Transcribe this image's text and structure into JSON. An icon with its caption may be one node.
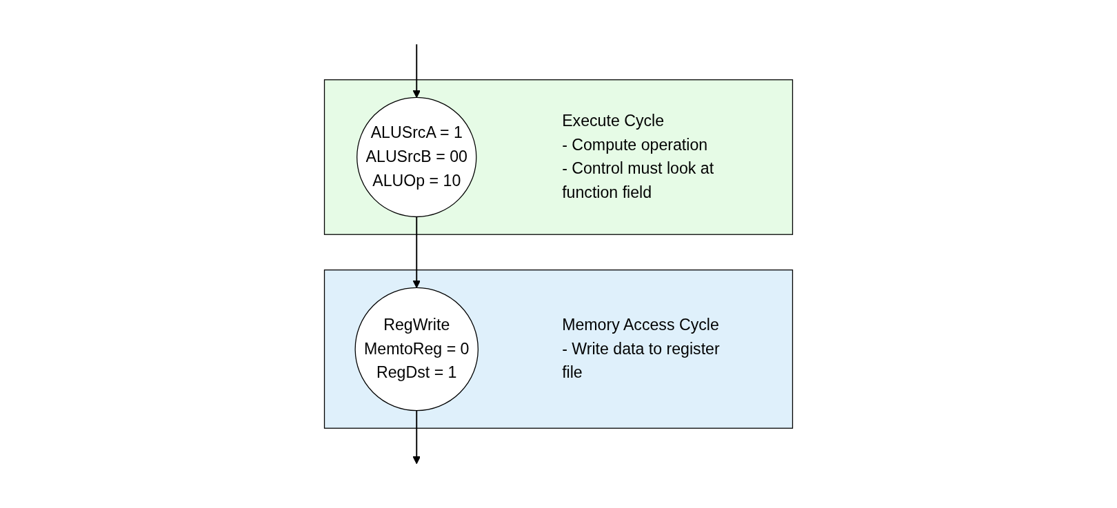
{
  "diagram": {
    "nodes": [
      {
        "text": [
          "Execute Cycle",
          "- Compute operation",
          "- Control must look at function field"
        ]
      },
      {
        "text": [
          "ALUSrcA = 1",
          "ALUSrcB = 00",
          "ALUOp = 10"
        ],
        "in": 0
      },
      {
        "text": [
          "Memory Access Cycle",
          "- Write data to register file"
        ]
      },
      {
        "text": [
          "RegWrite",
          "MemtoReg = 0",
          "RegDst = 1"
        ],
        "in": 2
      }
    ],
    "edges": [
      {
        "from": null,
        "to": 1,
        "arrow": "to"
      },
      {
        "from": 1,
        "to": 3,
        "arrow": "to"
      },
      {
        "from": 3,
        "to": null,
        "arrow": "to"
      }
    ]
  }
}
